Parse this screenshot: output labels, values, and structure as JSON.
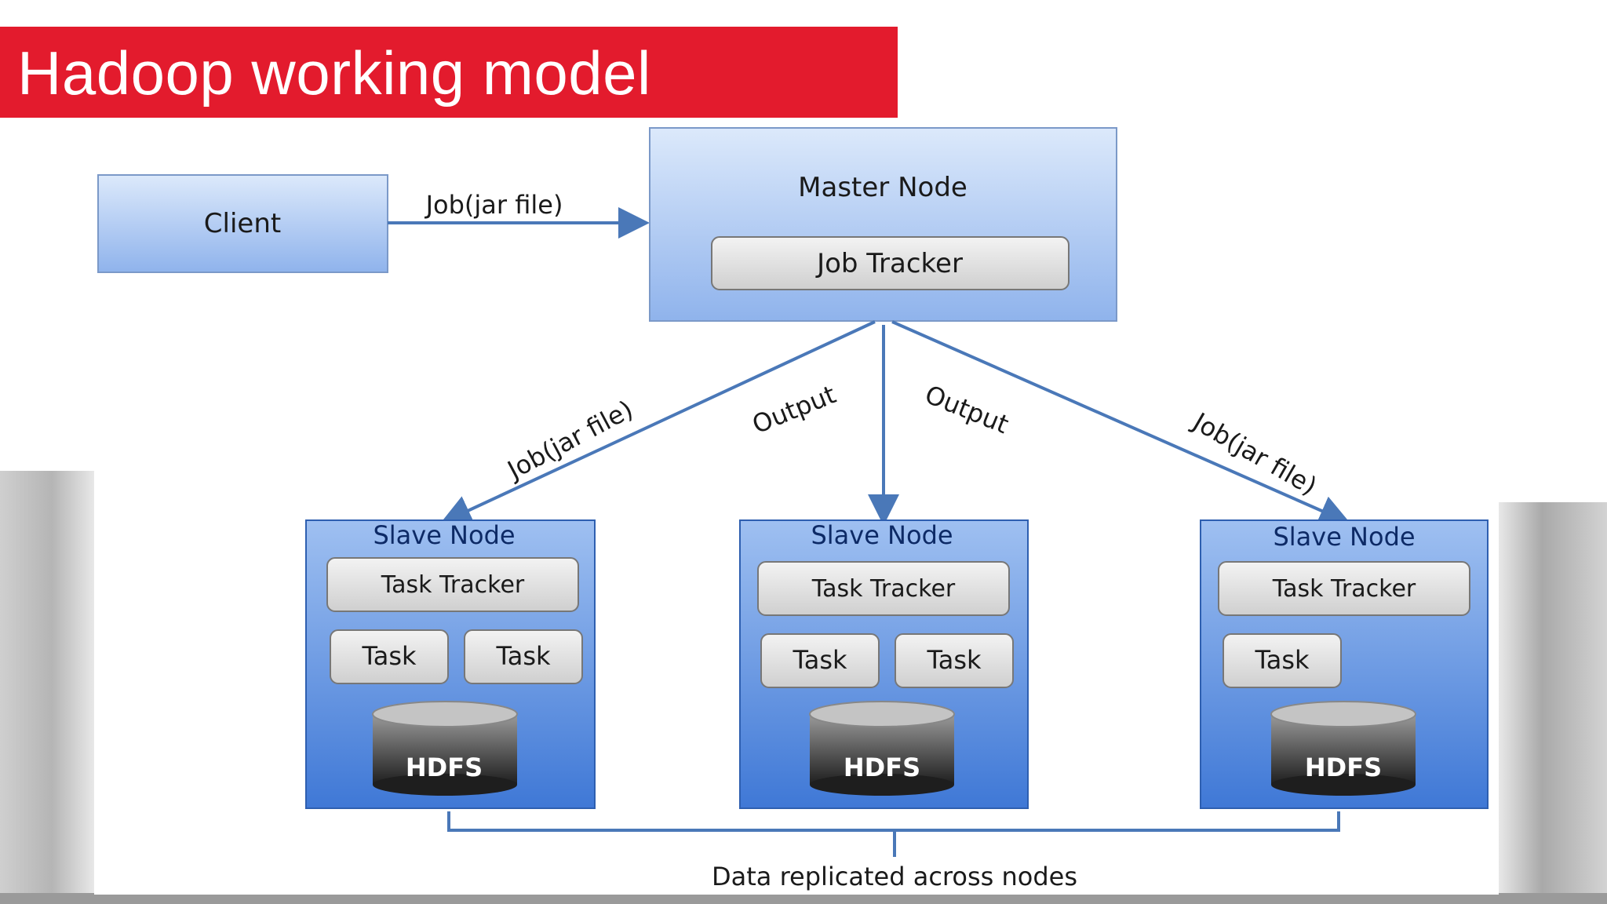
{
  "slide": {
    "title": "Hadoop working model"
  },
  "diagram": {
    "client": "Client",
    "client_edge": "Job(jar file)",
    "master": {
      "title": "Master Node",
      "tracker": "Job Tracker"
    },
    "edges": {
      "left": "Job(jar file)",
      "mid_left": "Output",
      "mid_right": "Output",
      "right": "Job(jar file)"
    },
    "slaves": [
      {
        "title": "Slave Node",
        "tracker": "Task Tracker",
        "tasks": [
          "Task",
          "Task"
        ],
        "storage": "HDFS"
      },
      {
        "title": "Slave Node",
        "tracker": "Task Tracker",
        "tasks": [
          "Task",
          "Task"
        ],
        "storage": "HDFS"
      },
      {
        "title": "Slave Node",
        "tracker": "Task Tracker",
        "tasks": [
          "Task"
        ],
        "storage": "HDFS"
      }
    ],
    "footer": "Data replicated across nodes"
  },
  "colors": {
    "title_bar": "#e31b2d",
    "node_top": "#dce9fb",
    "node_bottom": "#7fa7e8",
    "slave_bottom": "#3f78d6",
    "arrow": "#4a78b8"
  }
}
